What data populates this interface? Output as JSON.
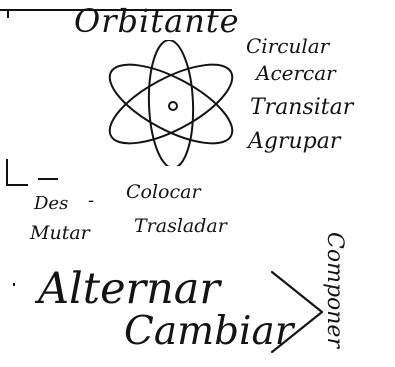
{
  "title": "Orbitante",
  "orbit_words": [
    "Circular",
    "Acercar",
    "Transitar",
    "Agrupar"
  ],
  "prefix_line": {
    "prefix": "Des",
    "dash": "-",
    "word": "Colocar"
  },
  "second_line": [
    "Mutar",
    "Trasladar"
  ],
  "big_words": [
    "Alternar",
    "Cambiar"
  ],
  "side_word": "Componer",
  "icons": {
    "atom": "atom-icon",
    "bracket": "greater-than-bracket"
  },
  "ink_color": "#141414"
}
